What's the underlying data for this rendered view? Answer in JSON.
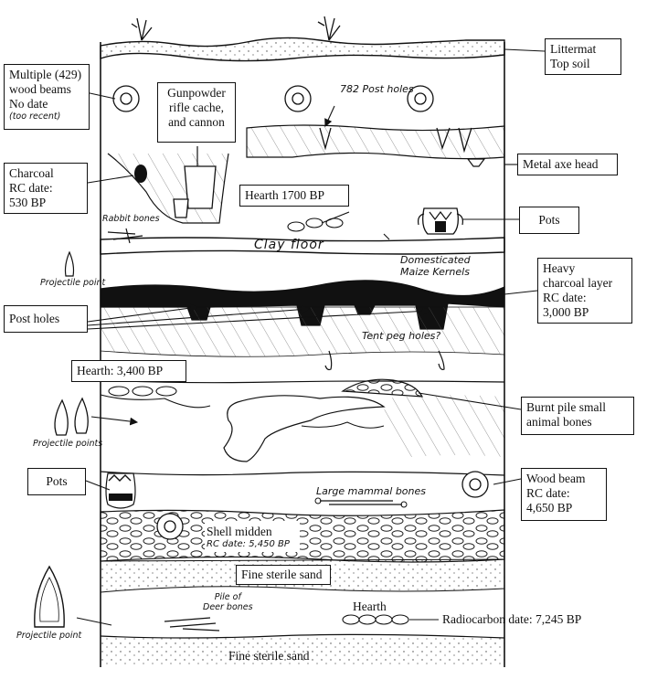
{
  "labels": {
    "littermat": [
      "Littermat",
      "Top soil"
    ],
    "multiple": [
      "Multiple (429)",
      "wood beams",
      "No date",
      "(too recent)"
    ],
    "gunpowder": [
      "Gunpowder",
      "rifle cache,",
      "and cannon"
    ],
    "post_holes_782": "782 Post holes",
    "metal_axe": "Metal axe head",
    "charcoal1": [
      "Charcoal",
      "RC date:",
      "530 BP"
    ],
    "hearth1700": "Hearth 1700 BP",
    "pots1": "Pots",
    "rabbit": "Rabbit bones",
    "clay": "Clay floor",
    "proj1": "Projectile point",
    "maize": [
      "Domesticated",
      "Maize Kernels"
    ],
    "heavy": [
      "Heavy",
      "charcoal layer",
      "RC date:",
      "3,000 BP"
    ],
    "postholes": "Post holes",
    "tentpeg": "Tent peg holes?",
    "hearth3400": "Hearth: 3,400 BP",
    "burnt": [
      "Burnt pile small",
      "animal bones"
    ],
    "projs": "Projectile points",
    "pots2": "Pots",
    "mammal": "Large mammal bones",
    "woodbeam": [
      "Wood beam",
      "RC date:",
      "4,650 BP"
    ],
    "shell": [
      "Shell midden",
      "RC date: 5,450 BP"
    ],
    "finesand1": "Fine sterile sand",
    "proj3": "Projectile point",
    "deer": [
      "Pile of",
      "Deer bones"
    ],
    "hearth": "Hearth",
    "radiocarbon": "Radiocarbon date: 7,245 BP",
    "finesand2": "Fine sterile sand"
  }
}
